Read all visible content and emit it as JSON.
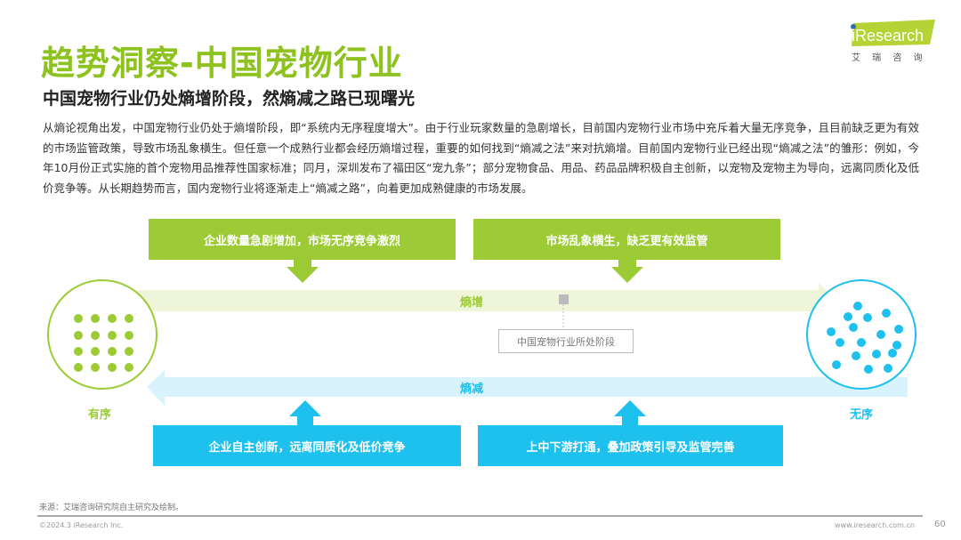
{
  "header": {
    "title": "趋势洞察-中国宠物行业",
    "subtitle": "中国宠物行业仍处熵增阶段，然熵减之路已现曙光",
    "logo_text": "iResearch",
    "logo_cn": "艾 瑞 咨 询"
  },
  "paragraph": "从熵论视角出发，中国宠物行业仍处于熵增阶段，即“系统内无序程度增大”。由于行业玩家数量的急剧增长，目前国内宠物行业市场中充斥着大量无序竞争，且目前缺乏更为有效的市场监管政策，导致市场乱象横生。但任意一个成熟行业都会经历熵增过程，重要的如何找到“熵减之法”来对抗熵增。目前国内宠物行业已经出现“熵减之法”的雏形：例如，今年10月份正式实施的首个宠物用品推荐性国家标准；同月，深圳发布了福田区“宠九条”；部分宠物食品、用品、药品品牌积极自主创新，以宠物及宠物主为导向，远离同质化及低价竞争等。从长期趋势而言，国内宠物行业将逐渐走上“熵减之路”，向着更加成熟健康的市场发展。",
  "diagram": {
    "top_boxes": [
      "企业数量急剧增加，市场无序竞争激烈",
      "市场乱象横生，缺乏更有效监管"
    ],
    "bottom_boxes": [
      "企业自主创新，远离同质化及低价竞争",
      "上中下游打通，叠加政策引导及监管完善"
    ],
    "entropy_increase": "熵增",
    "entropy_decrease": "熵减",
    "current_stage": "中国宠物行业所处阶段",
    "ordered": "有序",
    "disordered": "无序",
    "colors": {
      "green": "#9ccb36",
      "blue": "#1ec0ee"
    }
  },
  "footer": {
    "source": "来源：艾瑞咨询研究院自主研究及绘制。",
    "copyright": "©2024.3 iResearch Inc.",
    "website": "www.iresearch.com.cn",
    "page": "60"
  }
}
